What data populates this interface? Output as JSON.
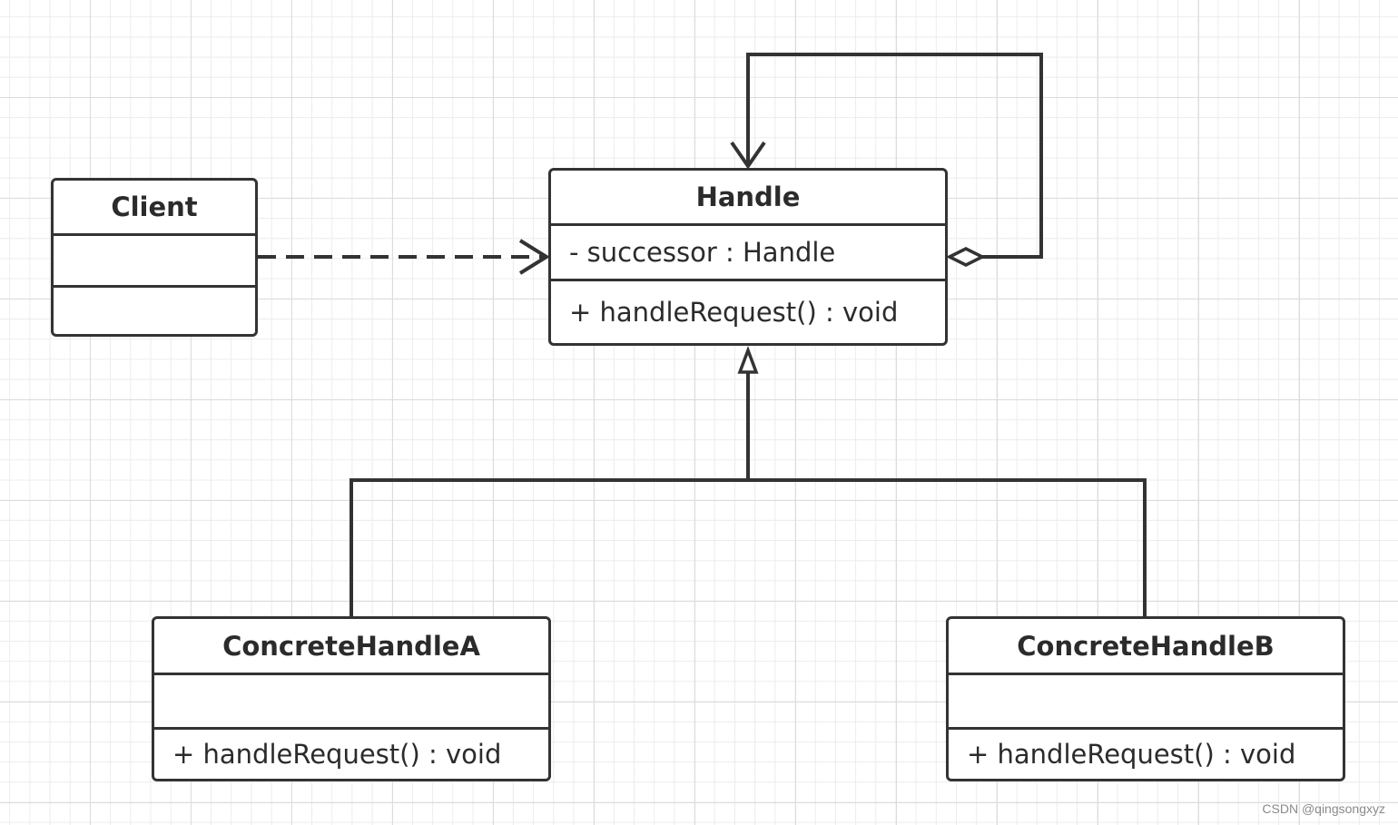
{
  "classes": {
    "client": {
      "name": "Client",
      "attributes": "",
      "operations": ""
    },
    "handle": {
      "name": "Handle",
      "attributes": "- successor : Handle",
      "operations": "+ handleRequest() : void"
    },
    "concrete_a": {
      "name": "ConcreteHandleA",
      "attributes": "",
      "operations": "+ handleRequest() : void"
    },
    "concrete_b": {
      "name": "ConcreteHandleB",
      "attributes": "",
      "operations": "+ handleRequest() : void"
    }
  },
  "relations": [
    {
      "type": "dependency",
      "from": "Client",
      "to": "Handle"
    },
    {
      "type": "aggregation",
      "from": "Handle",
      "to": "Handle"
    },
    {
      "type": "generalization",
      "from": "ConcreteHandleA",
      "to": "Handle"
    },
    {
      "type": "generalization",
      "from": "ConcreteHandleB",
      "to": "Handle"
    }
  ],
  "watermark": "CSDN @qingsongxyz",
  "colors": {
    "line": "#333333",
    "text": "#2b2b2b",
    "grid": "#dcdcdc"
  }
}
